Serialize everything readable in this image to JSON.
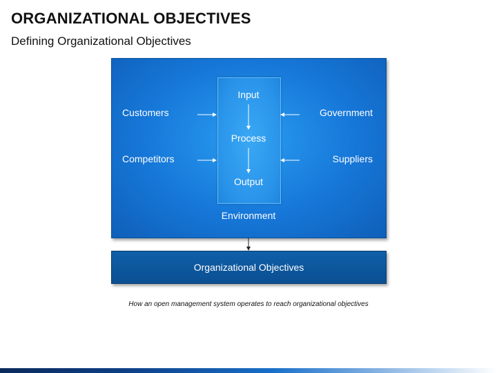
{
  "header": {
    "title": "ORGANIZATIONAL OBJECTIVES",
    "subtitle": "Defining Organizational Objectives"
  },
  "diagram": {
    "left_inputs": [
      "Customers",
      "Competitors"
    ],
    "right_inputs": [
      "Government",
      "Suppliers"
    ],
    "flow": [
      "Input",
      "Process",
      "Output"
    ],
    "environment_label": "Environment",
    "result_label": "Organizational Objectives",
    "colors": {
      "environment": "#1677d8",
      "objectives": "#0f5fa8",
      "text": "#ffffff"
    }
  },
  "caption": "How an open management system operates to reach organizational objectives"
}
